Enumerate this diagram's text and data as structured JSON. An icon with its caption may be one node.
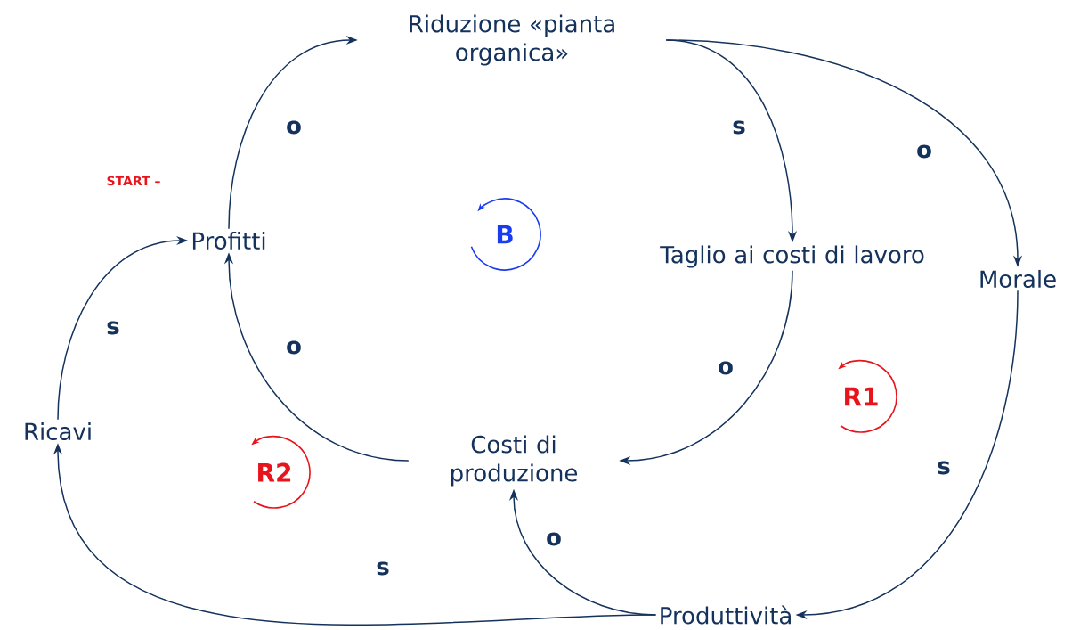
{
  "diagram": {
    "nodes": [
      {
        "text": [
          "Riduzione «pianta organica»"
        ]
      },
      {
        "text": [
          "Profitti"
        ]
      },
      {
        "text": [
          "Taglio ai costi di lavoro"
        ]
      },
      {
        "text": [
          "Morale"
        ]
      },
      {
        "text": [
          "Ricavi"
        ]
      },
      {
        "text": [
          "Costi di produzione"
        ]
      },
      {
        "text": [
          "Produttività"
        ]
      }
    ],
    "edges": [
      {
        "from": 1,
        "to": 0,
        "arrow": "to",
        "label": "o"
      },
      {
        "from": 0,
        "to": 2,
        "arrow": "to",
        "label": "s"
      },
      {
        "from": 0,
        "to": 3,
        "arrow": "to",
        "label": "o"
      },
      {
        "from": 2,
        "to": 5,
        "arrow": "to",
        "label": "o"
      },
      {
        "from": 3,
        "to": 6,
        "arrow": "to",
        "label": "s"
      },
      {
        "from": 5,
        "to": 1,
        "arrow": "to",
        "label": "o"
      },
      {
        "from": 4,
        "to": 1,
        "arrow": "to",
        "label": "s"
      },
      {
        "from": 6,
        "to": 4,
        "arrow": "to",
        "label": "s"
      },
      {
        "from": 6,
        "to": 5,
        "arrow": "to",
        "label": "o"
      }
    ],
    "labels": [
      "START –",
      "B",
      "R1",
      "R2"
    ]
  }
}
